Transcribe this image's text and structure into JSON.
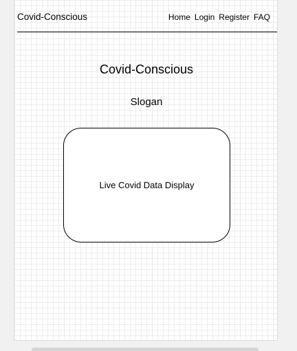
{
  "header": {
    "brand": "Covid-Conscious",
    "nav": [
      "Home",
      "Login",
      "Register",
      "FAQ"
    ]
  },
  "main": {
    "title": "Covid-Conscious",
    "slogan": "Slogan",
    "data_box_label": "Live Covid Data Display"
  }
}
